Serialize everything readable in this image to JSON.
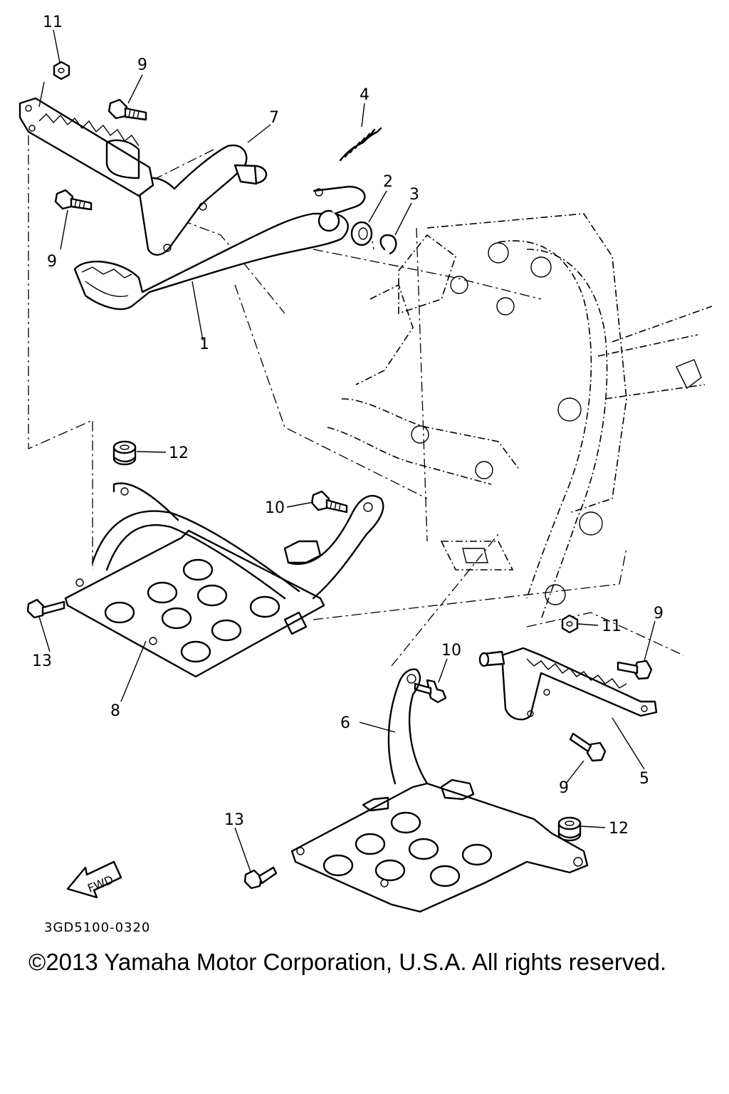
{
  "callouts": [
    "1",
    "2",
    "3",
    "4",
    "5",
    "6",
    "7",
    "8",
    "9",
    "9",
    "9",
    "9",
    "10",
    "10",
    "11",
    "11",
    "12",
    "12",
    "13",
    "13"
  ],
  "direction_arrow": "FWD",
  "diagram_code": "3GD5100-0320",
  "copyright": "©2013 Yamaha Motor Corporation, U.S.A. All rights reserved."
}
